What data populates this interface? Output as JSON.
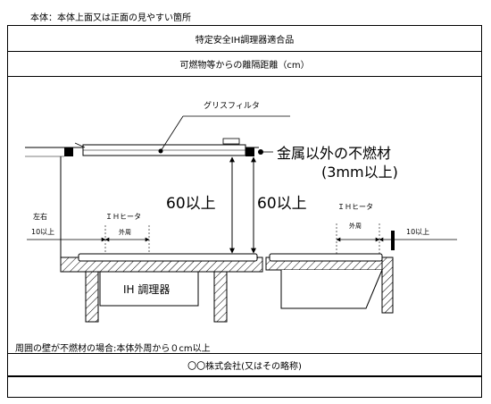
{
  "header_note": "本体：本体上面又は正面の見やすい箇所",
  "table": {
    "row1": "特定安全IH調理器適合品",
    "row2": "可燃物等からの離隔距離（cm）",
    "footer_note": "周囲の壁が不燃材の場合:本体外周から０cm以上",
    "company": "〇〇株式会社(又はその略称)"
  },
  "diagram": {
    "grease_filter": "グリスフィルタ",
    "metal_label_1": "金属以外の不燃材",
    "metal_label_2": "(3mm以上)",
    "dim_left_60": "60以上",
    "dim_right_60": "60以上",
    "left_right": "左右",
    "ten_left": "10以上",
    "ih_heater_left": "ＩＨヒータ",
    "outer_left": "外周",
    "ih_cooker": "IH 調理器",
    "ih_heater_right": "ＩＨヒータ",
    "outer_right": "外周",
    "ten_right": "10以上"
  }
}
